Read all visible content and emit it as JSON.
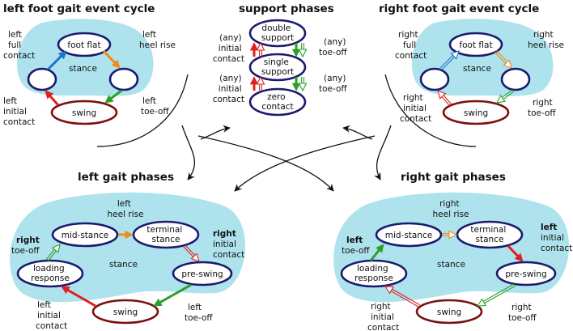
{
  "titles": {
    "left_cycle": "left foot gait event cycle",
    "support": "support phases",
    "right_cycle": "right foot gait event cycle",
    "left_phases": "left gait phases",
    "right_phases": "right gait phases"
  },
  "stance_label": "stance",
  "left_cycle": {
    "nodes": {
      "foot_flat": "foot flat",
      "swing": "swing"
    },
    "labels": {
      "full_contact": [
        "left",
        "full",
        "contact"
      ],
      "heel_rise": [
        "left",
        "heel rise"
      ],
      "initial_contact": [
        "left",
        "initial",
        "contact"
      ],
      "toe_off": [
        "left",
        "toe-off"
      ]
    }
  },
  "right_cycle": {
    "nodes": {
      "foot_flat": "foot flat",
      "swing": "swing"
    },
    "labels": {
      "full_contact": [
        "right",
        "full",
        "contact"
      ],
      "heel_rise": [
        "right",
        "heel rise"
      ],
      "initial_contact": [
        "right",
        "initial",
        "contact"
      ],
      "toe_off": [
        "right",
        "toe-off"
      ]
    }
  },
  "support": {
    "nodes": {
      "double": [
        "double",
        "support"
      ],
      "single": [
        "single",
        "support"
      ],
      "zero": [
        "zero",
        "contact"
      ]
    },
    "labels": {
      "initial_contact_1": [
        "(any)",
        "initial",
        "contact"
      ],
      "toe_off_1": [
        "(any)",
        "toe-off"
      ],
      "initial_contact_2": [
        "(any)",
        "initial",
        "contact"
      ],
      "toe_off_2": [
        "(any)",
        "toe-off"
      ]
    }
  },
  "left_phases": {
    "nodes": {
      "mid_stance": "mid-stance",
      "terminal_stance": [
        "terminal",
        "stance"
      ],
      "loading_response": [
        "loading",
        "response"
      ],
      "pre_swing": "pre-swing",
      "swing": "swing"
    },
    "labels": {
      "heel_rise": [
        "left",
        "heel rise"
      ],
      "contra_initial": [
        "right",
        "initial",
        "contact"
      ],
      "contra_toe_off": [
        "right",
        "toe-off"
      ],
      "initial_contact": [
        "left",
        "initial",
        "contact"
      ],
      "toe_off": [
        "left",
        "toe-off"
      ]
    }
  },
  "right_phases": {
    "nodes": {
      "mid_stance": "mid-stance",
      "terminal_stance": [
        "terminal",
        "stance"
      ],
      "loading_response": [
        "loading",
        "response"
      ],
      "pre_swing": "pre-swing",
      "swing": "swing"
    },
    "labels": {
      "heel_rise": [
        "right",
        "heel rise"
      ],
      "contra_initial": [
        "left",
        "initial",
        "contact"
      ],
      "contra_toe_off": [
        "left",
        "toe-off"
      ],
      "initial_contact": [
        "right",
        "initial",
        "contact"
      ],
      "toe_off": [
        "right",
        "toe-off"
      ]
    }
  },
  "colors": {
    "region": "#aee3ee",
    "node_border": "#1a1a6e",
    "swing_border": "#7a1010",
    "arrow_red": "#dd2020",
    "arrow_orange": "#f08a18",
    "arrow_green": "#2aa02a",
    "arrow_blue": "#1f74c8",
    "connector": "#111111"
  }
}
